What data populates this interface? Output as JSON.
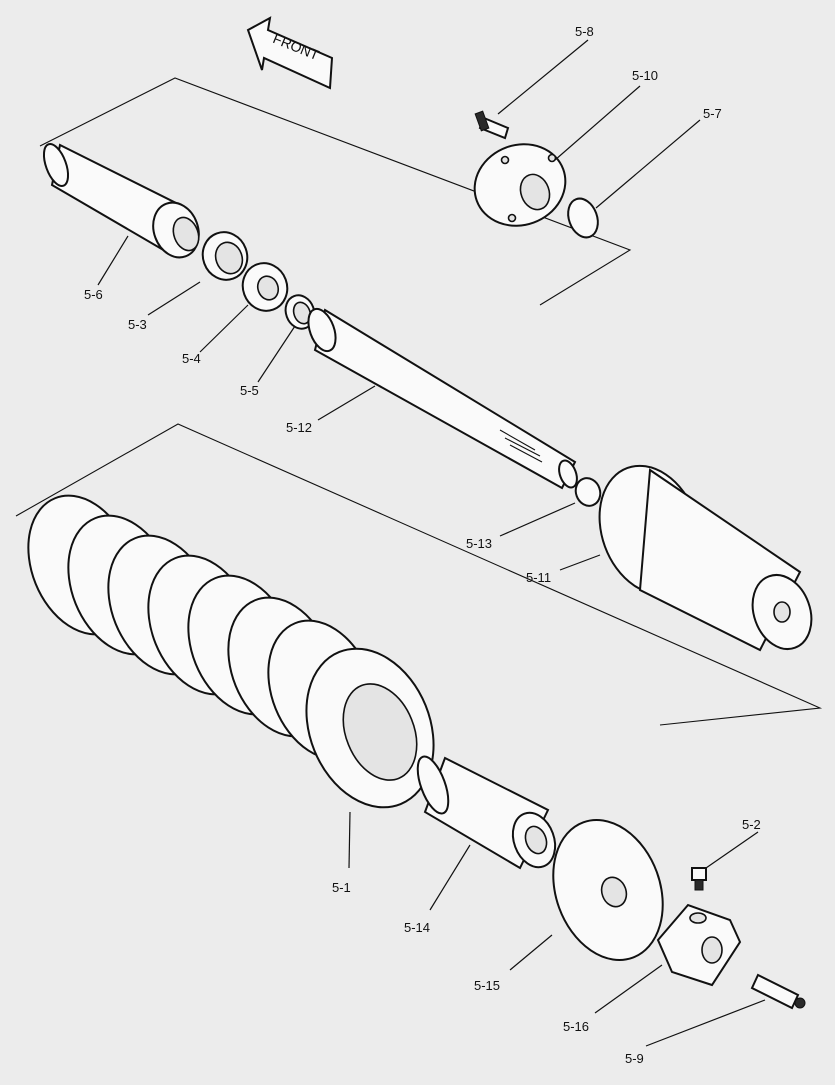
{
  "diagram": {
    "direction_arrow": {
      "label": "FRONT"
    },
    "callouts": [
      {
        "id": "5-8",
        "text": "5-8"
      },
      {
        "id": "5-10",
        "text": "5-10"
      },
      {
        "id": "5-7",
        "text": "5-7"
      },
      {
        "id": "5-6",
        "text": "5-6"
      },
      {
        "id": "5-3",
        "text": "5-3"
      },
      {
        "id": "5-4",
        "text": "5-4"
      },
      {
        "id": "5-5",
        "text": "5-5"
      },
      {
        "id": "5-12",
        "text": "5-12"
      },
      {
        "id": "5-13",
        "text": "5-13"
      },
      {
        "id": "5-11",
        "text": "5-11"
      },
      {
        "id": "5-1",
        "text": "5-1"
      },
      {
        "id": "5-14",
        "text": "5-14"
      },
      {
        "id": "5-2",
        "text": "5-2"
      },
      {
        "id": "5-15",
        "text": "5-15"
      },
      {
        "id": "5-16",
        "text": "5-16"
      },
      {
        "id": "5-9",
        "text": "5-9"
      }
    ]
  }
}
